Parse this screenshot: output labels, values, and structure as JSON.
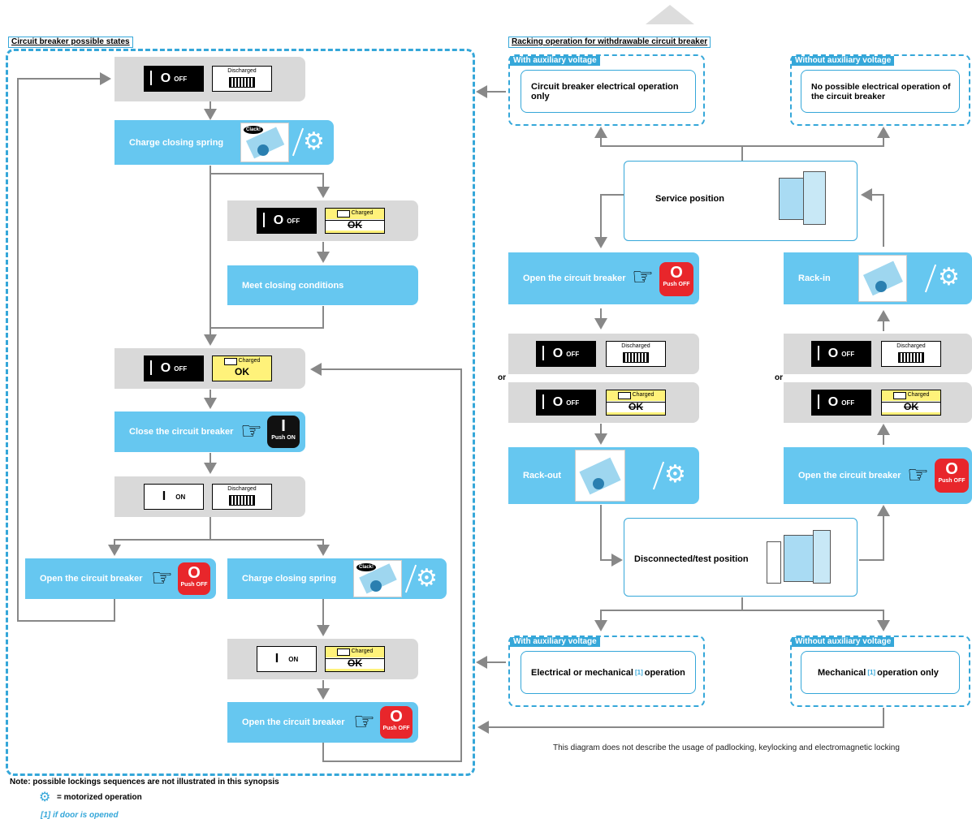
{
  "left_title": "Circuit breaker possible states",
  "right_title": "Racking operation for withdrawable circuit breaker",
  "labels": {
    "off": "OFF",
    "on": "ON",
    "o_glyph": "O",
    "i_glyph": "I",
    "discharged": "Discharged",
    "charged": "Charged",
    "ok": "OK",
    "push_off": "Push OFF",
    "push_on": "Push ON",
    "clack": "Clack!",
    "or": "or"
  },
  "left_steps": {
    "charge_spring_1": "Charge closing spring",
    "meet_conditions": "Meet closing conditions",
    "close_cb": "Close the circuit breaker",
    "open_cb_left": "Open the circuit breaker",
    "charge_spring_2": "Charge closing spring",
    "open_cb_bottom": "Open the circuit breaker"
  },
  "right": {
    "with_aux": "With auxiliary voltage",
    "without_aux": "Without auxiliary voltage",
    "top_with_text": "Circuit breaker electrical operation only",
    "top_without_text": "No possible electrical operation of the circuit breaker",
    "service_position": "Service position",
    "open_cb_a": "Open the circuit breaker",
    "rack_in": "Rack-in",
    "rack_out": "Rack-out",
    "open_cb_b": "Open the circuit breaker",
    "disconnected": "Disconnected/test position",
    "bottom_with_text_a": "Electrical or mechanical",
    "bottom_with_text_b": "operation",
    "bottom_without_text_a": "Mechanical",
    "bottom_without_text_b": "operation only",
    "footnote_ref": "[1]"
  },
  "note_line": "Note: possible lockings sequences are not illustrated in this synopsis",
  "legend_motorized": "= motorized operation",
  "legend_door": "[1] if door is opened",
  "disclaimer": "This diagram does not describe the usage of padlocking, keylocking and electromagnetic locking",
  "colors": {
    "accent": "#35a7d9",
    "step_blue": "#66c7f0",
    "grey": "#d9d9d9",
    "yellow": "#fff27a",
    "red": "#e8262b"
  }
}
